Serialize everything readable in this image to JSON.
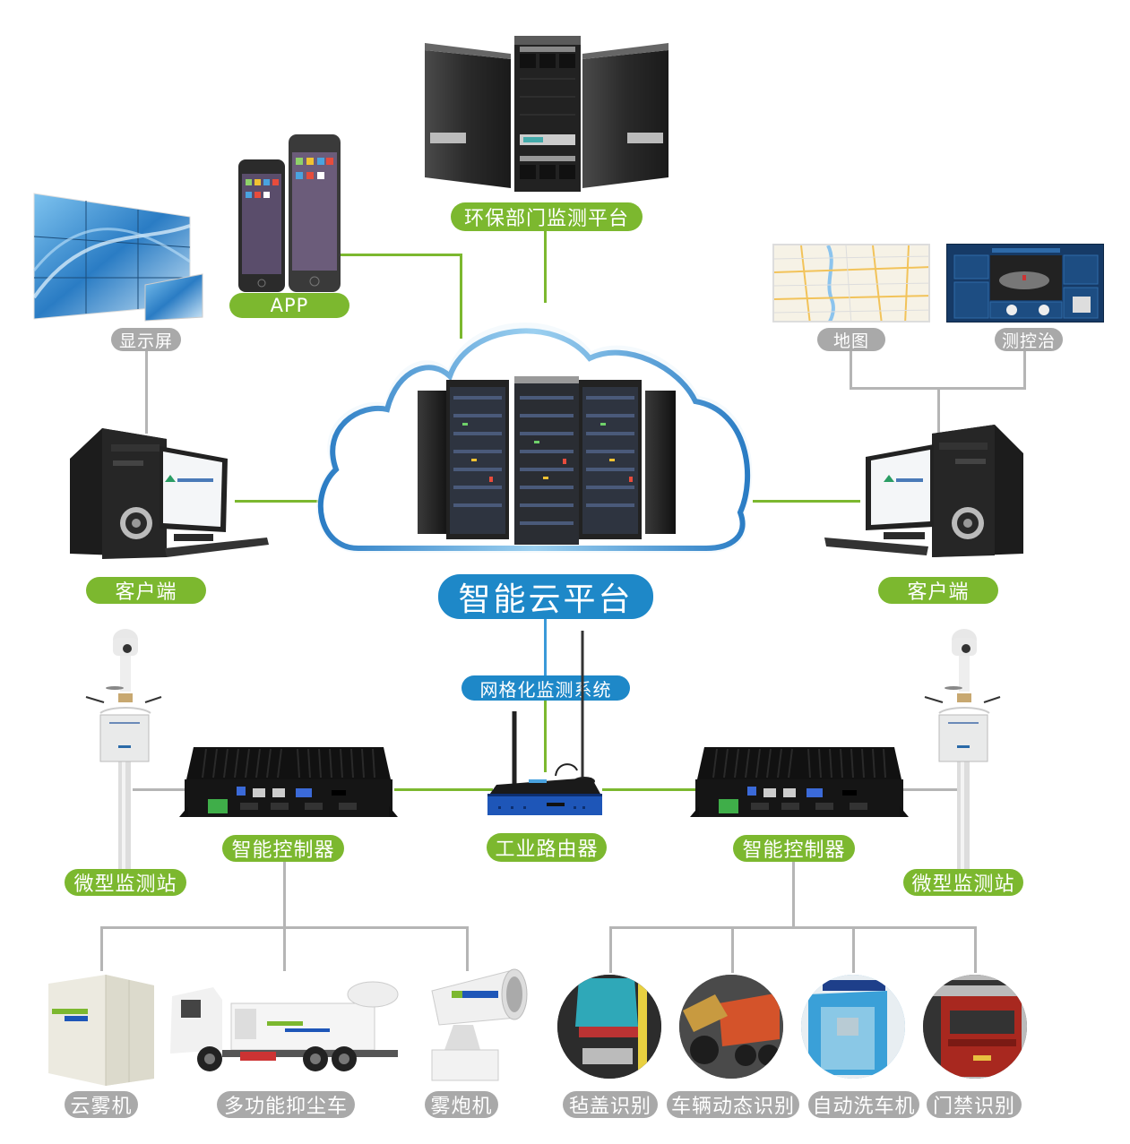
{
  "diagram": {
    "center": {
      "label": "智能云平台",
      "icon": "cloud-server-icon"
    },
    "top": {
      "env_platform": {
        "label": "环保部门监测平台",
        "icon": "server-racks-icon"
      },
      "app": {
        "label": "APP",
        "icon": "smartphone-icon"
      },
      "display": {
        "label": "显示屏",
        "icon": "video-wall-icon"
      },
      "map": {
        "label": "地图",
        "icon": "map-icon"
      },
      "control": {
        "label": "测控治",
        "icon": "control-dashboard-icon"
      }
    },
    "clients": {
      "left": {
        "label": "客户端",
        "icon": "desktop-computer-icon"
      },
      "right": {
        "label": "客户端",
        "icon": "desktop-computer-icon"
      }
    },
    "network": {
      "grid_system": {
        "label": "网格化监测系统"
      },
      "router": {
        "label": "工业路由器",
        "icon": "router-icon"
      },
      "controller_left": {
        "label": "智能控制器",
        "icon": "controller-box-icon"
      },
      "controller_right": {
        "label": "智能控制器",
        "icon": "controller-box-icon"
      },
      "station_left": {
        "label": "微型监测站",
        "icon": "monitoring-station-icon"
      },
      "station_right": {
        "label": "微型监测站",
        "icon": "monitoring-station-icon"
      }
    },
    "left_devices": [
      {
        "label": "云雾机",
        "icon": "fog-machine-icon"
      },
      {
        "label": "多功能抑尘车",
        "icon": "dust-truck-icon"
      },
      {
        "label": "雾炮机",
        "icon": "fog-cannon-icon"
      }
    ],
    "right_devices": [
      {
        "label": "毡盖识别",
        "icon": "tarp-recognition-icon"
      },
      {
        "label": "车辆动态识别",
        "icon": "vehicle-recognition-icon"
      },
      {
        "label": "自动洗车机",
        "icon": "car-wash-icon"
      },
      {
        "label": "门禁识别",
        "icon": "gate-recognition-icon"
      }
    ],
    "colors": {
      "green": "#7cb82f",
      "gray": "#a9a9a9",
      "blue": "#1e88c8"
    }
  }
}
